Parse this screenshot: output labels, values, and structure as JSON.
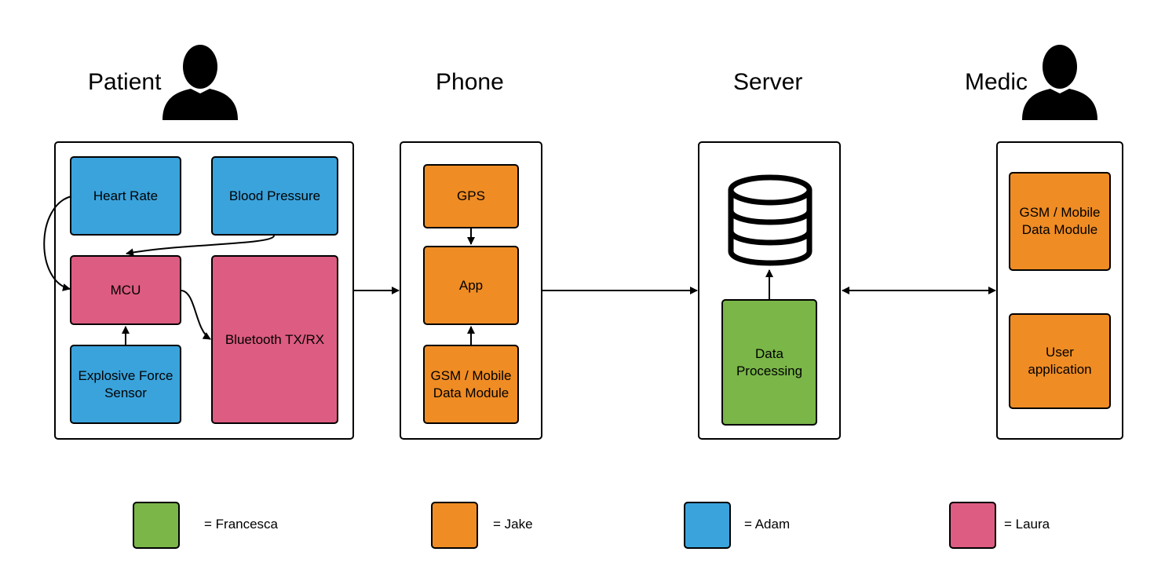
{
  "headings": {
    "patient": "Patient",
    "phone": "Phone",
    "server": "Server",
    "medic": "Medic"
  },
  "patient": {
    "heart_rate": "Heart Rate",
    "blood_pressure": "Blood Pressure",
    "mcu": "MCU",
    "bluetooth": "Bluetooth TX/RX",
    "explosive_force": "Explosive Force\nSensor"
  },
  "phone": {
    "gps": "GPS",
    "app": "App",
    "gsm": "GSM / Mobile\nData Module"
  },
  "server": {
    "data_processing": "Data\nProcessing"
  },
  "medic": {
    "gsm": "GSM / Mobile\nData Module",
    "user_app": "User\napplication"
  },
  "legend": [
    {
      "label": "= Francesca",
      "color": "#7ab648"
    },
    {
      "label": "= Jake",
      "color": "#ef8c24"
    },
    {
      "label": "= Adam",
      "color": "#3aa3dc"
    },
    {
      "label": "= Laura",
      "color": "#dd5c81"
    }
  ],
  "icons": {
    "patient": "person-icon",
    "medic": "person-icon",
    "server": "database-icon"
  }
}
